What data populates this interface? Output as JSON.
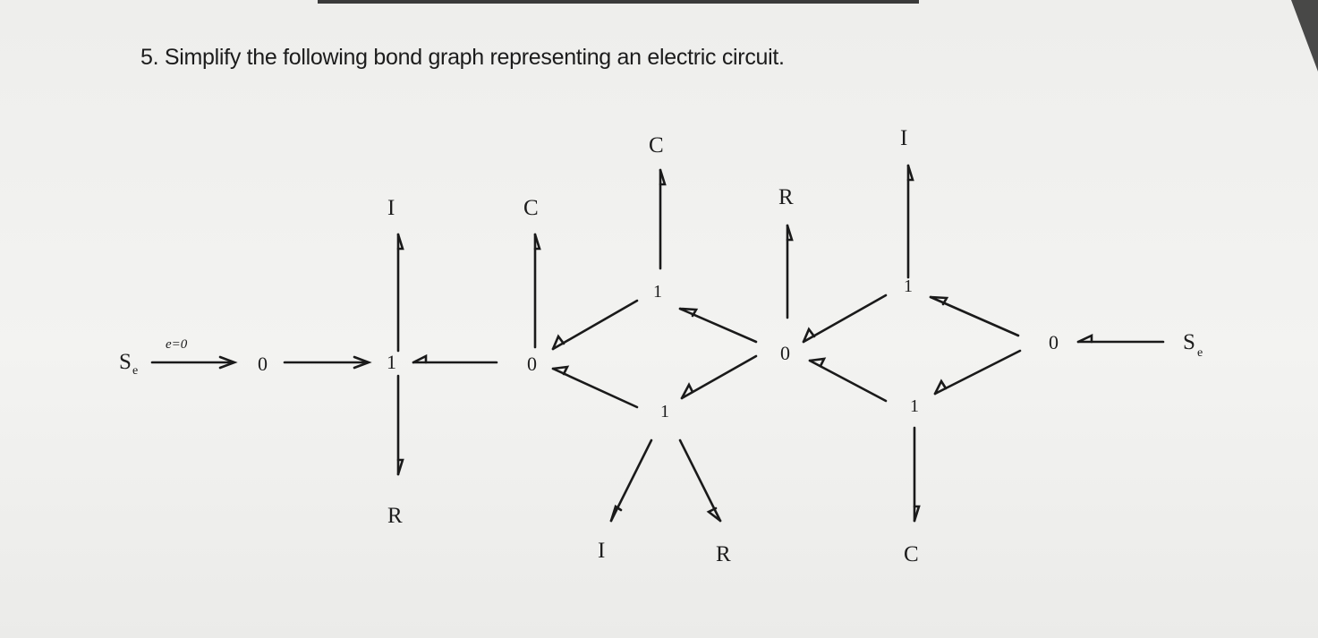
{
  "question": {
    "number": "5.",
    "text": "Simplify the following bond graph representing an electric circuit."
  },
  "diagram": {
    "labels": {
      "source_left": "S",
      "source_left_sub": "e",
      "bond_effort": "e=0",
      "junction_a": "0",
      "junction_b": "1",
      "inertia_b": "I",
      "resistor_b": "R",
      "junction_c": "0",
      "capacitor_c": "C",
      "junction_d": "1",
      "capacitor_d": "C",
      "junction_e": "1",
      "inertia_e": "I",
      "resistor_e": "R",
      "junction_f": "0",
      "resistor_f": "R",
      "junction_g": "1",
      "inertia_g": "I",
      "junction_h": "1",
      "capacitor_h": "C",
      "junction_i": "0",
      "source_right": "S",
      "source_right_sub": "e"
    }
  }
}
